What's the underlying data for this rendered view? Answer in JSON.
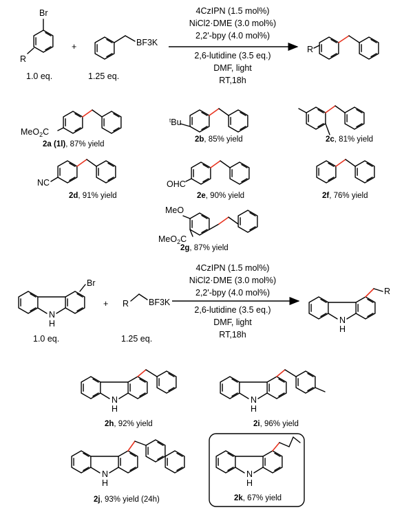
{
  "reaction1": {
    "reactant_a": {
      "br": "Br",
      "r": "R",
      "equiv": "1.0 eq."
    },
    "reactant_b": {
      "bf3k": "BF3K",
      "equiv": "1.25 eq."
    },
    "plus": "+",
    "conditions_above": [
      "4CzIPN (1.5 mol%)",
      "NiCl2·DME (3.0 mol%)",
      "2,2'-bpy (4.0 mol%)"
    ],
    "conditions_below": [
      "2,6-lutidine (3.5 eq.)",
      "DMF, light",
      "RT,18h"
    ],
    "product_r": "R"
  },
  "products1": [
    {
      "id": "2a (1l)",
      "yield": ", 87% yield",
      "substituent": "MeO2C"
    },
    {
      "id": "2b",
      "yield": ", 85% yield",
      "substituent": "tBu"
    },
    {
      "id": "2c",
      "yield": ", 81% yield",
      "substituent": ""
    },
    {
      "id": "2d",
      "yield": ", 91% yield",
      "substituent": "NC"
    },
    {
      "id": "2e",
      "yield": ", 90% yield",
      "substituent": "OHC"
    },
    {
      "id": "2f",
      "yield": ", 76% yield",
      "substituent": ""
    },
    {
      "id": "2g",
      "yield": ", 87% yield",
      "substituent": "MeO2C",
      "substituent2": "MeO"
    }
  ],
  "reaction2": {
    "reactant_a": {
      "br": "Br",
      "nh": "N",
      "h": "H",
      "equiv": "1.0 eq."
    },
    "reactant_b": {
      "r": "R",
      "bf3k": "BF3K",
      "equiv": "1.25 eq."
    },
    "plus": "+",
    "conditions_above": [
      "4CzIPN (1.5 mol%)",
      "NiCl2·DME (3.0 mol%)",
      "2,2'-bpy (4.0 mol%)"
    ],
    "conditions_below": [
      "2,6-lutidine (3.5 eq.)",
      "DMF, light",
      "RT,18h"
    ],
    "product_r": "R",
    "product_nh": "N",
    "product_h": "H"
  },
  "products2": [
    {
      "id": "2h",
      "yield": ", 92% yield"
    },
    {
      "id": "2i",
      "yield": ", 96% yield"
    },
    {
      "id": "2j",
      "yield": ", 93% yield (24h)"
    },
    {
      "id": "2k",
      "yield": ", 67% yield",
      "boxed": true
    }
  ],
  "colors": {
    "new_bond": "#e8321e",
    "bond": "#000000"
  }
}
